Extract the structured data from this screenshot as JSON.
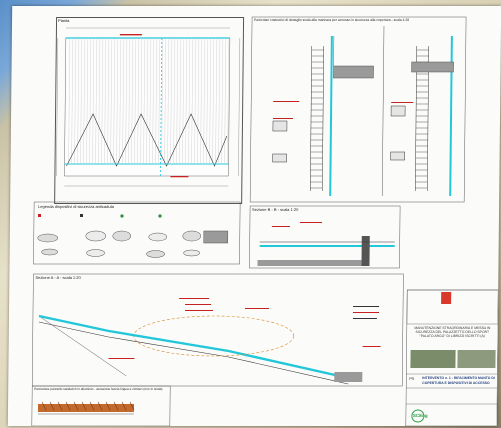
{
  "plan": {
    "title": "Pianta",
    "legend_title": "Legenda dispositivi di sicurezza anticaduta"
  },
  "details": {
    "title": "Particolari costruttivi di dettaglio scala alla marinara per accesso in sicurezza alla copertura - scala 1:20"
  },
  "section_b": {
    "title": "Sezione B - B - scala 1:20"
  },
  "section_a": {
    "title": "Sezione A - A - scala 1:20"
  },
  "ventilation": {
    "title": "Particolare pannello sandwich in alluminio - aerazione faccia lingua e cimiteri (non in scala)"
  },
  "titleblock": {
    "title1": "INTERVENTO n. 1 - RIFACIMENTO MANTO DI",
    "title2": "COPERTURA E DISPOSITIVI DI ACCESSO",
    "description": "MANUTENZIONE STRAORDINARIA E MESSA IN SICUREZZA DEL PALAZZETTO DELLO SPORT \"PALATO ARGO\" DI LIBRIZZI ISCRITTI (A)",
    "code": "P5",
    "logo_text": "SCEng"
  },
  "colors": {
    "accent_cyan": "#22c7d9",
    "annotation_red": "#c62020",
    "line_dark": "#333333"
  }
}
